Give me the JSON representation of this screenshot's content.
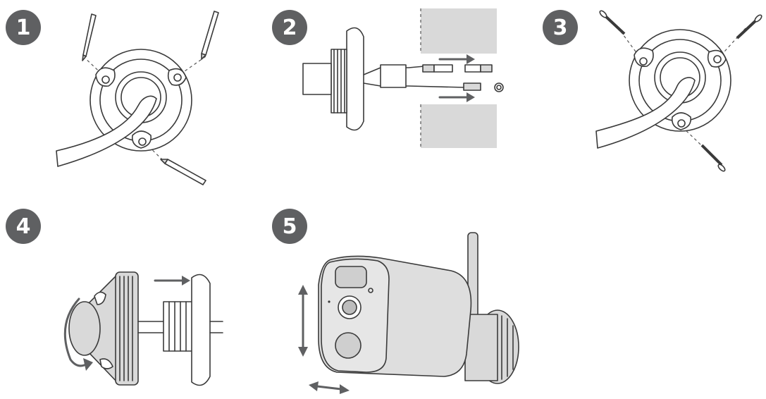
{
  "steps": [
    {
      "number": "1"
    },
    {
      "number": "2"
    },
    {
      "number": "3"
    },
    {
      "number": "4"
    },
    {
      "number": "5"
    }
  ],
  "colors": {
    "badge": "#5f6062",
    "line": "#3a3a3a",
    "wall": "#d9d9d9",
    "camera": "#dedede"
  }
}
